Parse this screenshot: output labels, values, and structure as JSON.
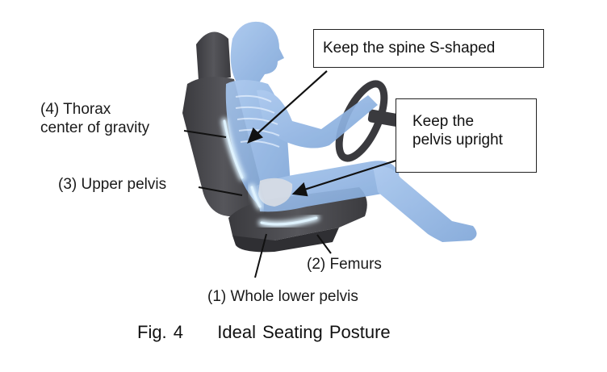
{
  "callouts": {
    "spine": "Keep the spine S-shaped",
    "pelvis_line1": "Keep the",
    "pelvis_line2": "pelvis upright"
  },
  "labels": {
    "thorax_line1": "(4) Thorax",
    "thorax_line2": "center of gravity",
    "upper_pelvis": "(3) Upper pelvis",
    "femurs": "(2) Femurs",
    "lower_pelvis": "(1) Whole lower pelvis"
  },
  "caption": {
    "fig_number": "Fig. 4",
    "title": "Ideal Seating Posture"
  },
  "colors": {
    "body": "#8fb4e3",
    "seat": "#4a4a4e",
    "highlight": "#dff3ff"
  }
}
